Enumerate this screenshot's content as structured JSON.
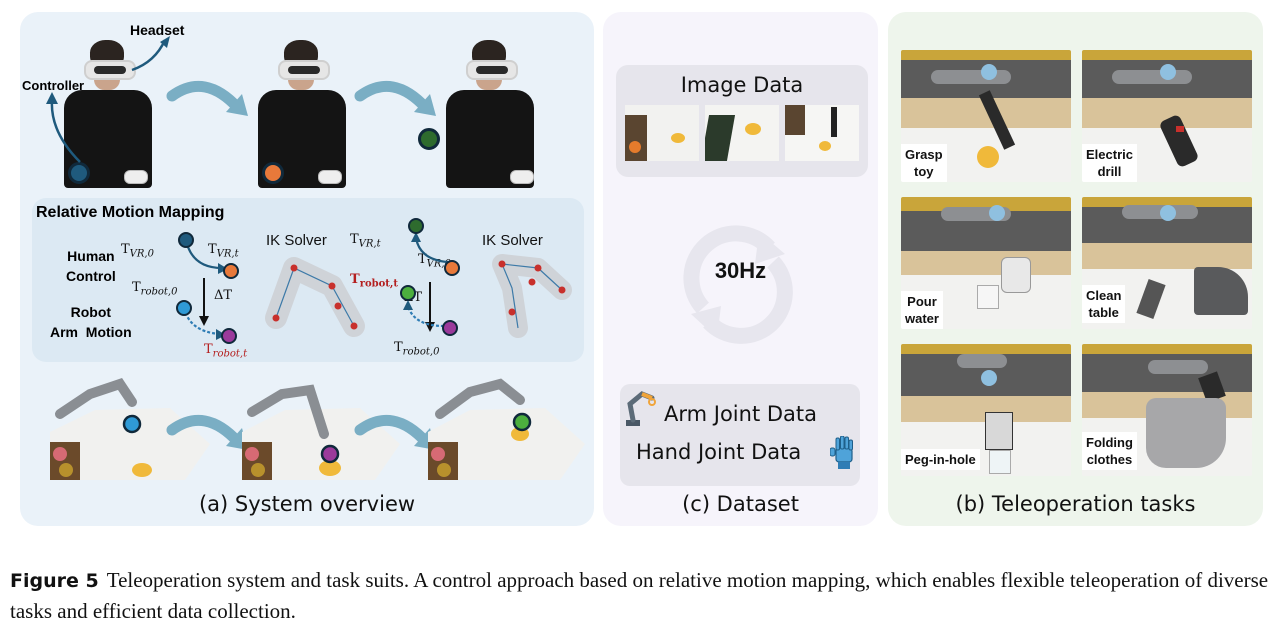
{
  "figure": {
    "number_label": "Figure 5",
    "caption": "Teleoperation system and task suits. A control approach based on relative motion mapping, which enables flexible teleoperation of diverse tasks and efficient data collection."
  },
  "panel_a": {
    "title": "(a) System overview",
    "top_labels": {
      "headset": "Headset",
      "controller": "Controller"
    },
    "mapping": {
      "title": "Relative Motion Mapping",
      "row_labels": {
        "human": [
          "Human",
          "Control"
        ],
        "robot": [
          "Robot",
          "Arm  Motion"
        ]
      },
      "ik_solver_label": "IK Solver",
      "example_1": {
        "vr_start": "T",
        "vr_start_sub": "VR,0",
        "vr_end": "T",
        "vr_end_sub": "VR,t",
        "robot_start": "T",
        "robot_start_sub": "robot,0",
        "robot_end": "T",
        "robot_end_sub": "robot,t",
        "delta": "ΔT"
      },
      "example_2": {
        "vr_start": "T",
        "vr_start_sub": "VR,0",
        "vr_end": "T",
        "vr_end_sub": "VR,t",
        "robot_start": "T",
        "robot_start_sub": "robot,0",
        "robot_end": "T",
        "robot_end_sub": "robot,t",
        "delta": "ΔT"
      }
    },
    "marker_colors": {
      "dark_blue": "#1f5a7d",
      "orange": "#e8793a",
      "dark_green": "#2e6b2e",
      "light_blue": "#2f9ad6",
      "purple": "#9b3a9b",
      "green": "#4caf3e"
    }
  },
  "panel_c": {
    "title": "(c) Dataset",
    "image_data_label": "Image Data",
    "frequency": "30Hz",
    "arm_joint_label": "Arm Joint Data",
    "hand_joint_label": "Hand Joint Data"
  },
  "panel_b": {
    "title": "(b) Teleoperation tasks",
    "tasks": [
      {
        "label_lines": [
          "Grasp",
          "toy"
        ]
      },
      {
        "label_lines": [
          "Electric",
          "drill"
        ]
      },
      {
        "label_lines": [
          "Pour",
          "water"
        ]
      },
      {
        "label_lines": [
          "Clean",
          "table"
        ]
      },
      {
        "label_lines": [
          "Peg-in-hole"
        ]
      },
      {
        "label_lines": [
          "Folding",
          "clothes"
        ]
      }
    ]
  },
  "colors": {
    "panel_a_bg": "#eaf2f9",
    "panel_c_bg": "#f6f4fb",
    "panel_b_bg": "#eef5ec",
    "flow_arrow": "#7aaec4",
    "arrow_dark": "#1f5a7d",
    "robot_end_red": "#b42020"
  }
}
